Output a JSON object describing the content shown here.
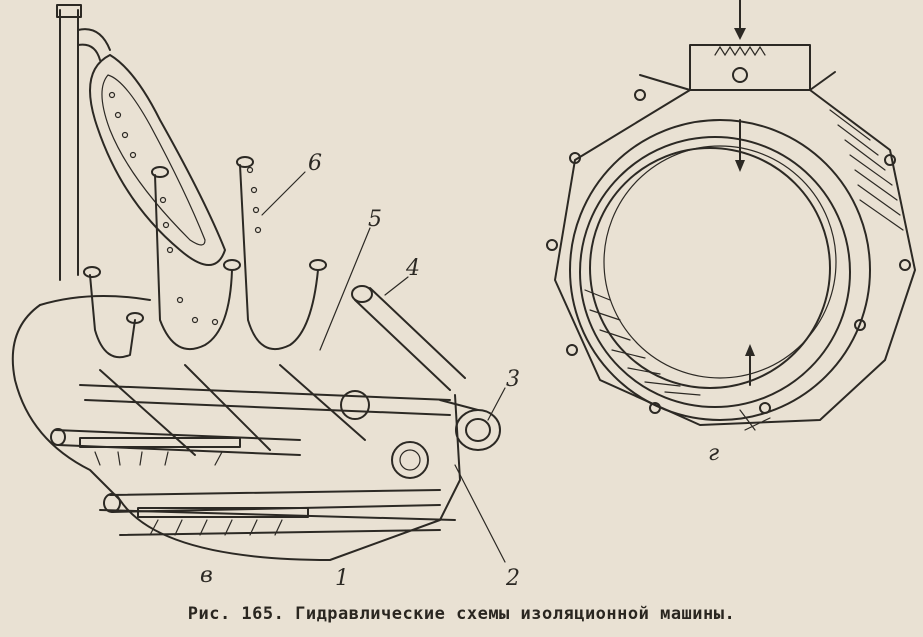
{
  "figure": {
    "left_view_label": "в",
    "right_view_label": "г",
    "part_labels": [
      "1",
      "2",
      "3",
      "4",
      "5",
      "6"
    ]
  },
  "caption": "Рис. 165. Гидравлические схемы изоляционной машины."
}
